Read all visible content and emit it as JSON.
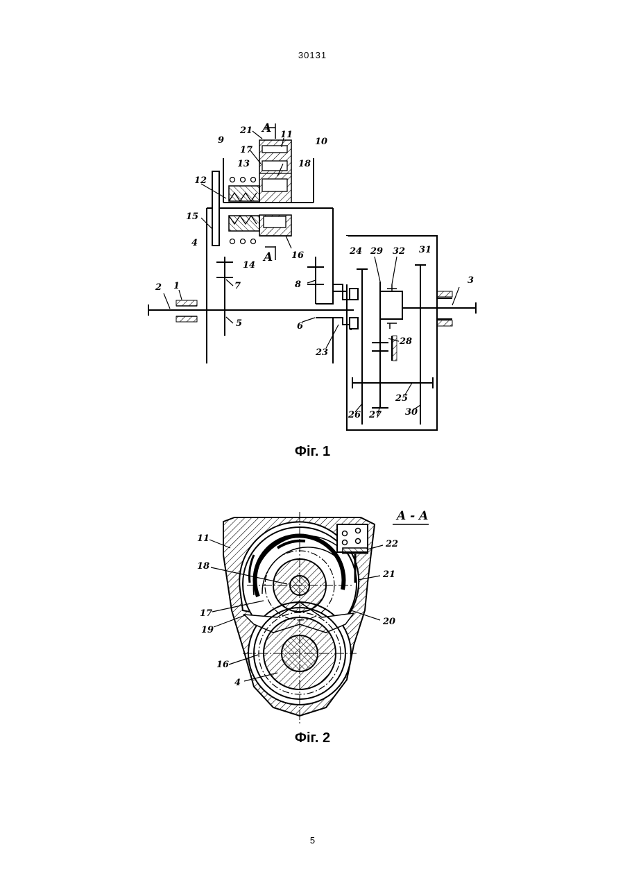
{
  "document": {
    "page_number_top": "30131",
    "page_number_bottom": "5"
  },
  "figure1": {
    "caption": "Фіг. 1",
    "section_marker": "A",
    "labels": {
      "l1": "1",
      "l2": "2",
      "l3": "3",
      "l4": "4",
      "l5": "5",
      "l6": "6",
      "l7": "7",
      "l8": "8",
      "l9": "9",
      "l10": "10",
      "l11": "11",
      "l12": "12",
      "l13": "13",
      "l14": "14",
      "l15": "15",
      "l16": "16",
      "l17": "17",
      "l18": "18",
      "l21": "21",
      "l23": "23",
      "l24": "24",
      "l25": "25",
      "l26": "26",
      "l27": "27",
      "l28": "28",
      "l29": "29",
      "l30": "30",
      "l31": "31",
      "l32": "32"
    }
  },
  "figure2": {
    "caption": "Фіг. 2",
    "section_title": "A - A",
    "labels": {
      "l11": "11",
      "l18": "18",
      "l17": "17",
      "l19": "19",
      "l16": "16",
      "l4": "4",
      "l22": "22",
      "l21": "21",
      "l20": "20"
    }
  }
}
